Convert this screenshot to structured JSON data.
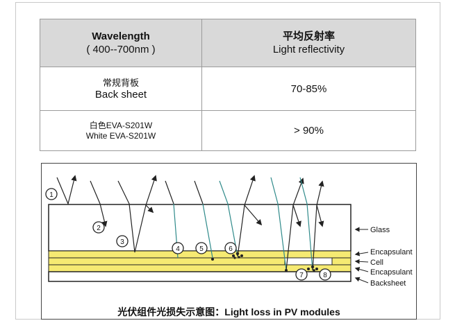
{
  "table": {
    "header": {
      "wavelength": "Wavelength",
      "range": "( 400--700nm )",
      "reflect_cn": "平均反射率",
      "reflect_en": "Light reflectivity"
    },
    "rows": [
      {
        "name_cn": "常规背板",
        "name_en": "Back sheet",
        "value": "70-85%"
      },
      {
        "name_cn": "白色EVA-S201W",
        "name_en": "White EVA-S201W",
        "value": "> 90%"
      }
    ]
  },
  "diagram": {
    "layers": [
      "Glass",
      "Encapsulant",
      "Cell",
      "Encapsulant",
      "Backsheet"
    ],
    "markers": [
      "1",
      "2",
      "3",
      "4",
      "5",
      "6",
      "7",
      "8"
    ],
    "caption": "光伏组件光损失示意图：Light loss in PV modules",
    "colors": {
      "encapsulant": "#f6ea72",
      "ray": "#2f8a8a",
      "line": "#222222"
    }
  }
}
